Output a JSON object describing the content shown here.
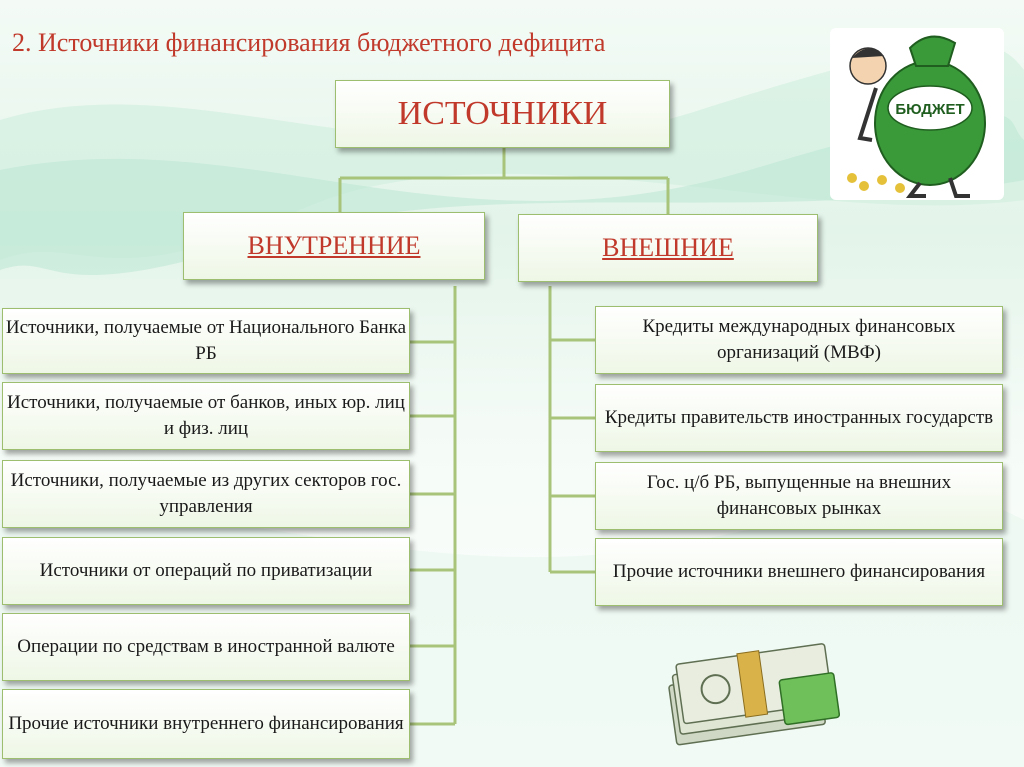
{
  "title": "2. Источники финансирования бюджетного дефицита",
  "root": "ИСТОЧНИКИ",
  "internal": {
    "label": "ВНУТРЕННИЕ",
    "items": [
      "Источники, получаемые от Национального Банка РБ",
      "Источники, получаемые от банков, иных юр. лиц и физ. лиц",
      "Источники, получаемые из других секторов гос. управления",
      "Источники от операций по приватизации",
      "Операции по средствам в иностранной валюте",
      "Прочие источники внутреннего финансирования"
    ]
  },
  "external": {
    "label": "ВНЕШНИЕ",
    "items": [
      "Кредиты международных финансовых организаций (МВФ)",
      "Кредиты правительств иностранных государств",
      "Гос. ц/б РБ, выпущенные на внешних финансовых рынках",
      "Прочие источники внешнего финансирования"
    ]
  },
  "bag_label": "БЮДЖЕТ",
  "colors": {
    "accent": "#c0392b",
    "connector": "#a8c47a",
    "box_border": "#9cbe6e"
  }
}
